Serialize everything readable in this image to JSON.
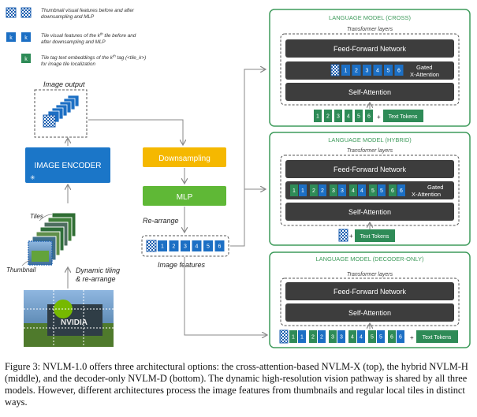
{
  "legend": {
    "thumb_line1": "Thumbnail visual features before and after",
    "thumb_line2": "downsampling and MLP",
    "tile_label": "k",
    "tile_line1_pre": "Tile visual features of the k",
    "tile_line1_sup": "th",
    "tile_line1_post": " tile before and",
    "tile_line2": "after downsampling and MLP",
    "tag_label": "k",
    "tag_line1_pre": "Tile tag text embeddings of the k",
    "tag_line1_sup": "th",
    "tag_line1_post": " tag (<tile_k>)",
    "tag_line2": "for image tile localization"
  },
  "left": {
    "image_output": "Image output",
    "image_encoder": "IMAGE ENCODER",
    "tiles": "Tiles",
    "thumbnail": "Thumbnail",
    "dynamic_tiling_1": "Dynamic tiling",
    "dynamic_tiling_2": "& re-arrange",
    "photo_logo": "NVIDIA"
  },
  "middle": {
    "downsampling": "Downsampling",
    "mlp": "MLP",
    "rearrange": "Re-arrange",
    "image_features": "Image features",
    "tokens": [
      "1",
      "2",
      "3",
      "4",
      "5",
      "6"
    ]
  },
  "cross": {
    "title": "LANGUAGE MODEL (CROSS)",
    "transformer_layers": "Transformer layers",
    "ffn": "Feed-Forward Network",
    "gated_1": "Gated",
    "gated_2": "X-Attention",
    "self_attention": "Self-Attention",
    "gated_tokens": [
      "1",
      "2",
      "3",
      "4",
      "5",
      "6"
    ],
    "tag_tokens": [
      "1",
      "2",
      "3",
      "4",
      "5",
      "6"
    ],
    "plus": "+",
    "text_tokens": "Text Tokens"
  },
  "hybrid": {
    "title": "LANGUAGE MODEL (HYBRID)",
    "transformer_layers": "Transformer layers",
    "ffn": "Feed-Forward Network",
    "gated_1": "Gated",
    "gated_2": "X-Attention",
    "self_attention": "Self-Attention",
    "pair_tokens": [
      "1",
      "2",
      "3",
      "4",
      "5",
      "6"
    ],
    "plus": "+",
    "text_tokens": "Text Tokens"
  },
  "decoder": {
    "title": "LANGUAGE MODEL (DECODER-ONLY)",
    "transformer_layers": "Transformer layers",
    "ffn": "Feed-Forward Network",
    "self_attention": "Self-Attention",
    "pair_tokens": [
      "1",
      "2",
      "3",
      "4",
      "5",
      "6"
    ],
    "plus": "+",
    "text_tokens": "Text Tokens"
  },
  "caption": "Figure 3: NVLM-1.0 offers three architectural options: the cross-attention-based NVLM-X (top), the hybrid NVLM-H (middle), and the decoder-only NVLM-D (bottom). The dynamic high-resolution vision pathway is shared by all three models. However, different architectures process the image features from thumbnails and regular local tiles in distinct ways.",
  "colors": {
    "green_border": "#3f9b5c",
    "dark_block": "#3d3d3d",
    "tile_blue": "#1c6fc4",
    "tag_green": "#2e8b57",
    "encoder_blue": "#1b76c8",
    "downsampling": "#f5b800",
    "mlp": "#5fb836",
    "arrow": "#888888"
  }
}
